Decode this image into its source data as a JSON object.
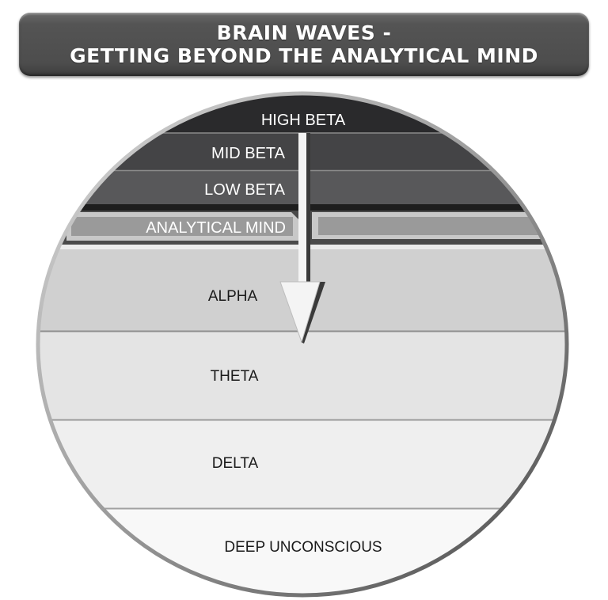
{
  "title": {
    "line1": "BRAIN WAVES -",
    "line2": "GETTING BEYOND THE ANALYTICAL MIND"
  },
  "bands": [
    {
      "key": "high_beta",
      "label": "HIGH BETA",
      "color": "#2a2a2c",
      "text_color": "#ffffff"
    },
    {
      "key": "mid_beta",
      "label": "MID BETA",
      "color": "#444446",
      "text_color": "#ffffff"
    },
    {
      "key": "low_beta",
      "label": "LOW BETA",
      "color": "#58585a",
      "text_color": "#ffffff"
    },
    {
      "key": "analytical_mind",
      "label": "ANALYTICAL MIND",
      "color": "#9a9a9a",
      "text_color": "#ffffff"
    },
    {
      "key": "alpha",
      "label": "ALPHA",
      "color": "#d0d0d0",
      "text_color": "#1a1a1a"
    },
    {
      "key": "theta",
      "label": "THETA",
      "color": "#e4e4e4",
      "text_color": "#1a1a1a"
    },
    {
      "key": "delta",
      "label": "DELTA",
      "color": "#efefef",
      "text_color": "#1a1a1a"
    },
    {
      "key": "deep_unconscious",
      "label": "DEEP UNCONSCIOUS",
      "color": "#f8f8f8",
      "text_color": "#1a1a1a"
    }
  ],
  "arrow": {
    "direction": "down",
    "from": "high_beta",
    "to": "alpha",
    "color": "#f4f4f4"
  }
}
